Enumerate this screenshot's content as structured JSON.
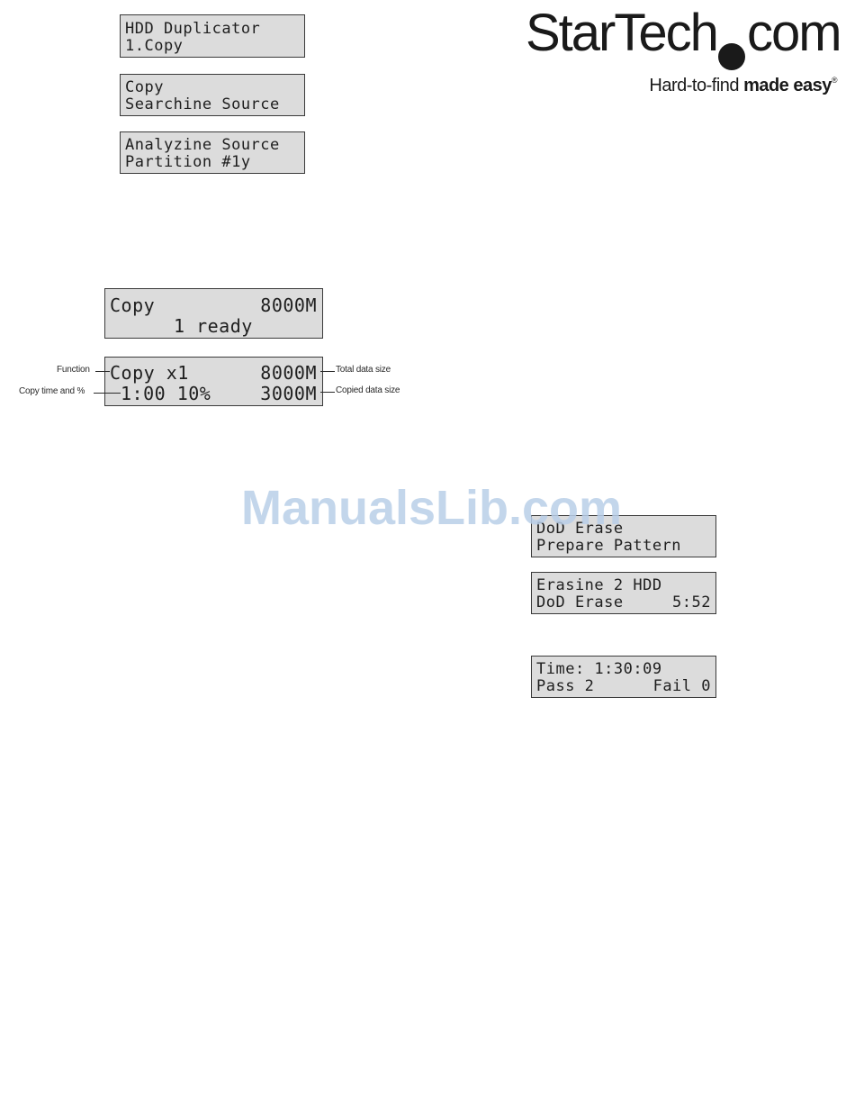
{
  "logo": {
    "brand": "StarTech",
    "suffix": "com",
    "tagline_regular": "Hard-to-find ",
    "tagline_bold": "made easy",
    "registered": "®"
  },
  "lcd_panels": {
    "menu": {
      "line1": "HDD Duplicator",
      "line2": "1.Copy"
    },
    "search": {
      "line1": "Copy",
      "line2": "Searchine Source"
    },
    "analyze": {
      "line1": "Analyzine Source",
      "line2": "Partition #1y"
    },
    "ready": {
      "line1_left": "Copy",
      "line1_right": "8000M",
      "line2": "1 ready"
    },
    "progress": {
      "line1_left": "Copy x1",
      "line1_right": "8000M",
      "line2_left": "1:00 10%",
      "line2_right": "3000M"
    },
    "dod_prepare": {
      "line1": "DoD Erase",
      "line2": "Prepare Pattern"
    },
    "dod_erasing": {
      "line1": "Erasine 2 HDD",
      "line2_left": "DoD Erase",
      "line2_right": "5:52"
    },
    "dod_result": {
      "line1": "Time: 1:30:09",
      "line2_left": "Pass 2",
      "line2_right": "Fail 0"
    }
  },
  "callouts": {
    "function": "Function",
    "copy_time": "Copy time and %",
    "total_size": "Total data size",
    "copied_size": "Copied data size"
  },
  "watermark": "ManualsLib.com"
}
